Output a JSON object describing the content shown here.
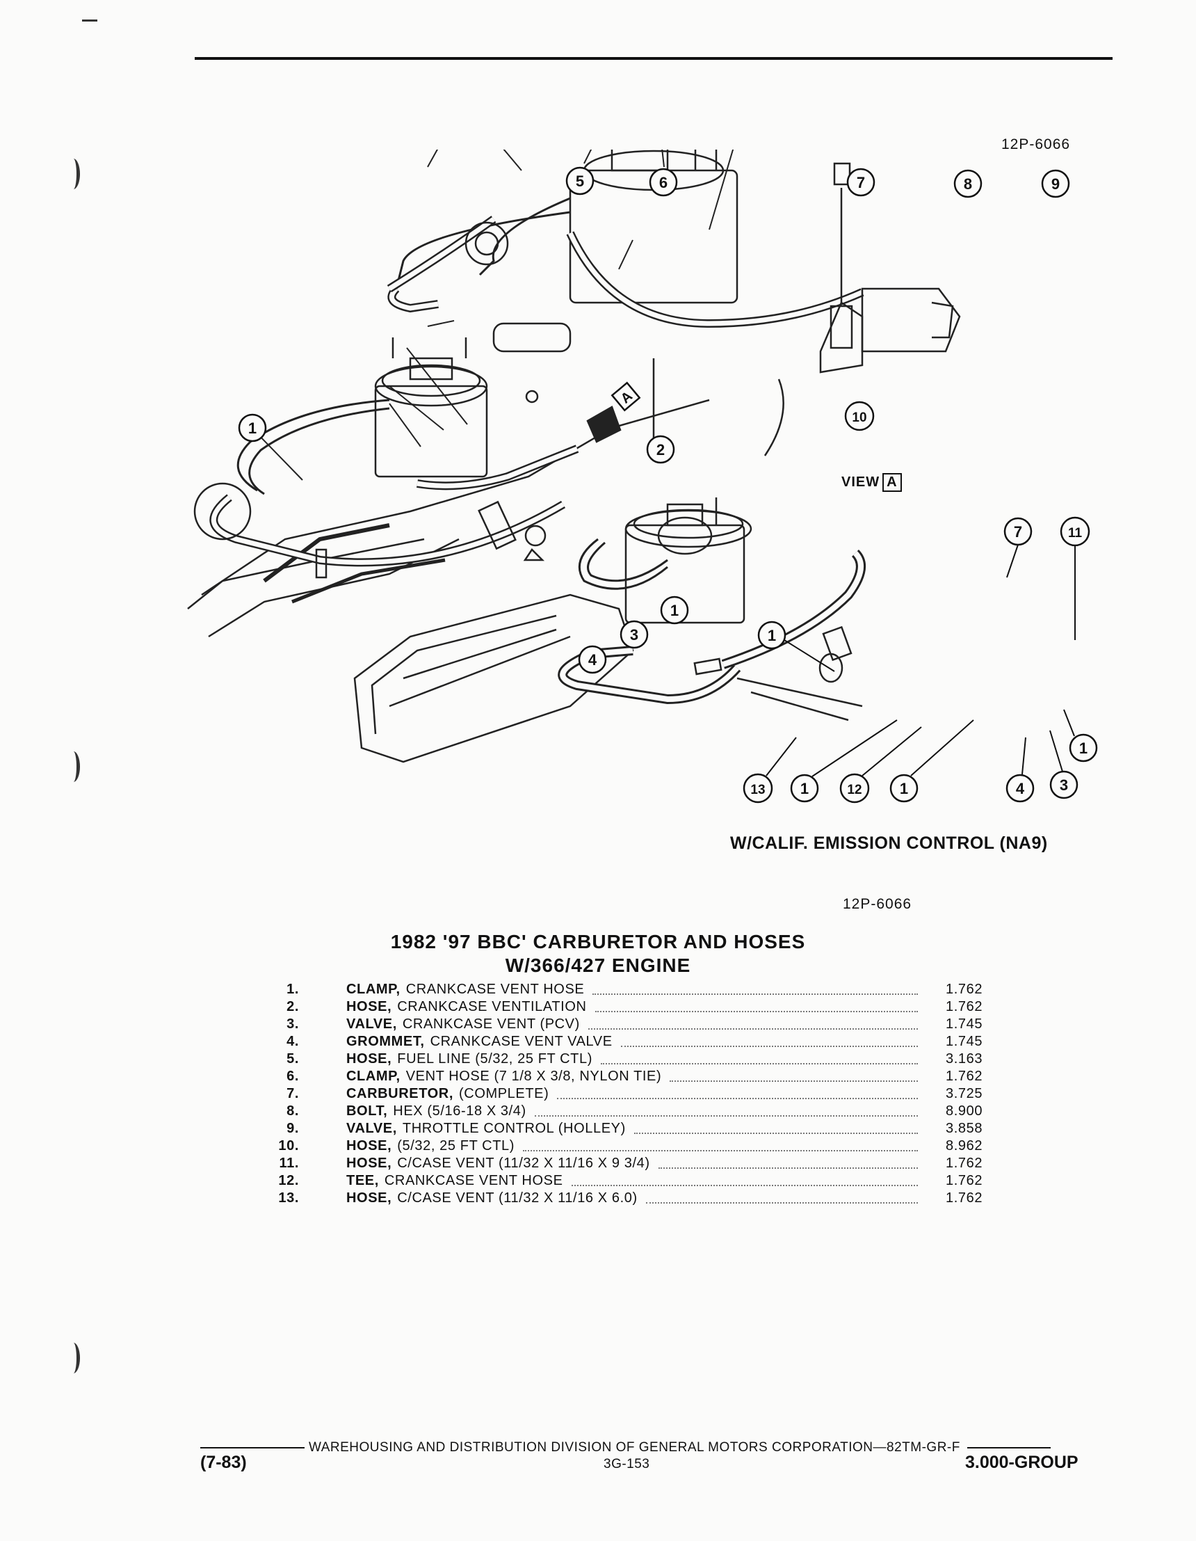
{
  "header": {
    "diagram_ref_top": "12P-6066",
    "view_label": "VIEW",
    "view_letter": "A",
    "arrow_letter": "A",
    "emission_caption": "W/CALIF. EMISSION CONTROL (NA9)",
    "diagram_ref_bottom": "12P-6066"
  },
  "callouts": {
    "main": [
      "1",
      "2",
      "3",
      "4",
      "1"
    ],
    "view_a": [
      "5",
      "6",
      "7",
      "8",
      "9",
      "10"
    ],
    "calif": [
      "7",
      "11",
      "1",
      "1",
      "13",
      "1",
      "12",
      "1",
      "4",
      "3"
    ]
  },
  "title": {
    "line1": "1982 '97 BBC' CARBURETOR AND HOSES",
    "line2": "W/366/427 ENGINE"
  },
  "parts": [
    {
      "num": "1.",
      "name": "CLAMP,",
      "desc": "CRANKCASE VENT HOSE",
      "code": "1.762"
    },
    {
      "num": "2.",
      "name": "HOSE,",
      "desc": "CRANKCASE VENTILATION",
      "code": "1.762"
    },
    {
      "num": "3.",
      "name": "VALVE,",
      "desc": "CRANKCASE VENT (PCV)",
      "code": "1.745"
    },
    {
      "num": "4.",
      "name": "GROMMET,",
      "desc": "CRANKCASE VENT VALVE",
      "code": "1.745"
    },
    {
      "num": "5.",
      "name": "HOSE,",
      "desc": "FUEL LINE (5/32, 25 FT CTL)",
      "code": "3.163"
    },
    {
      "num": "6.",
      "name": "CLAMP,",
      "desc": "VENT HOSE (7 1/8 X 3/8, NYLON TIE)",
      "code": "1.762"
    },
    {
      "num": "7.",
      "name": "CARBURETOR,",
      "desc": "(COMPLETE)",
      "code": "3.725"
    },
    {
      "num": "8.",
      "name": "BOLT,",
      "desc": "HEX (5/16-18 X 3/4)",
      "code": "8.900"
    },
    {
      "num": "9.",
      "name": "VALVE,",
      "desc": "THROTTLE CONTROL (HOLLEY)",
      "code": "3.858"
    },
    {
      "num": "10.",
      "name": "HOSE,",
      "desc": "(5/32, 25 FT CTL)",
      "code": "8.962"
    },
    {
      "num": "11.",
      "name": "HOSE,",
      "desc": "C/CASE VENT (11/32 X 11/16 X 9 3/4)",
      "code": "1.762"
    },
    {
      "num": "12.",
      "name": "TEE,",
      "desc": "CRANKCASE VENT HOSE",
      "code": "1.762"
    },
    {
      "num": "13.",
      "name": "HOSE,",
      "desc": "C/CASE VENT (11/32 X 11/16 X 6.0)",
      "code": "1.762"
    }
  ],
  "footer": {
    "line": "WAREHOUSING AND DISTRIBUTION  DIVISION OF GENERAL MOTORS CORPORATION—82TM-GR-F",
    "left": "(7-83)",
    "center": "3G-153",
    "right": "3.000-GROUP"
  }
}
